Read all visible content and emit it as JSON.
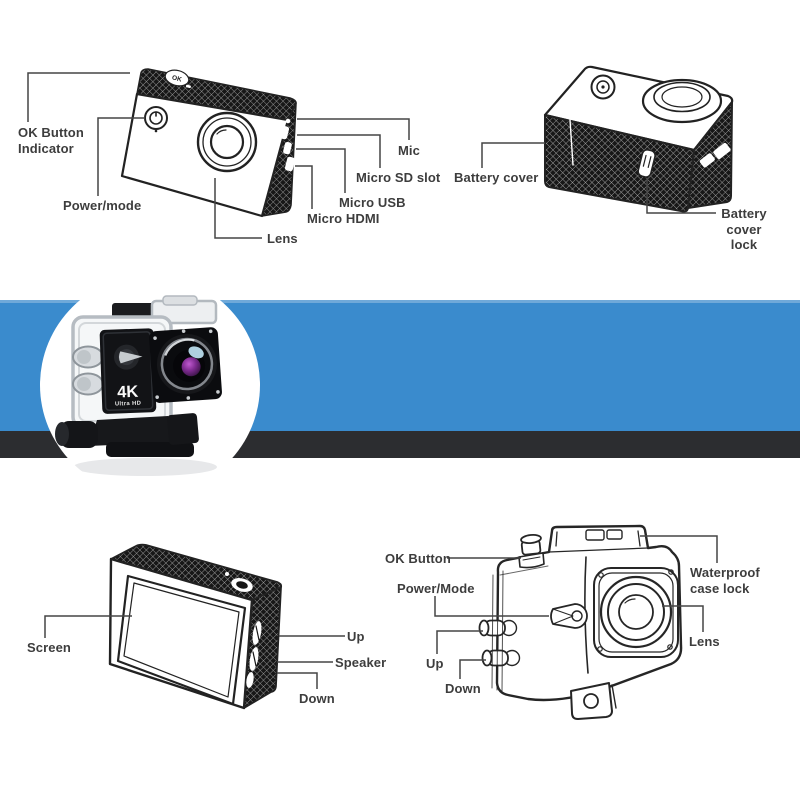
{
  "banner": {
    "blue_color": "#3a8bcd",
    "blue_edge_color": "#6fa9d9",
    "dark_color": "#2c2d30"
  },
  "photo": {
    "badge": "4K",
    "badge_sub": "Ultra HD"
  },
  "front_view": {
    "top_button_print": "OK",
    "labels": {
      "ok_button_indicator": "OK Button\nIndicator",
      "power_mode": "Power/mode",
      "lens": "Lens",
      "mic": "Mic",
      "micro_sd_slot": "Micro SD slot",
      "micro_usb": "Micro USB",
      "micro_hdmi": "Micro HDMI"
    }
  },
  "battery_view": {
    "labels": {
      "battery_cover": "Battery cover",
      "battery_cover_lock": "Battery\ncover lock"
    }
  },
  "back_view": {
    "labels": {
      "screen": "Screen",
      "up": "Up",
      "speaker": "Speaker",
      "down": "Down"
    }
  },
  "case_view": {
    "labels": {
      "ok_button": "OK Button",
      "power_mode": "Power/Mode",
      "up": "Up",
      "down": "Down",
      "waterproof_case_lock": "Waterproof\ncase lock",
      "lens": "Lens"
    }
  }
}
